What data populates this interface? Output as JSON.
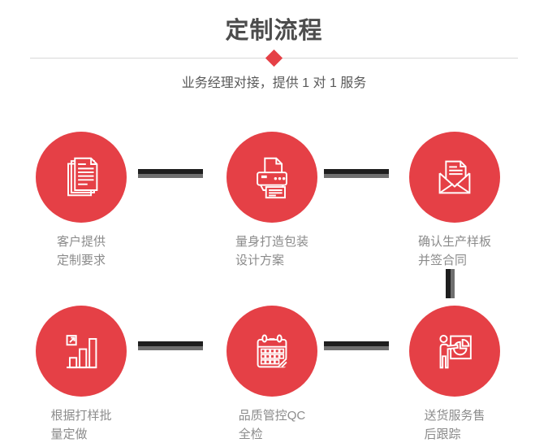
{
  "header": {
    "title": "定制流程",
    "subtitle": "业务经理对接，提供 1 对 1 服务"
  },
  "colors": {
    "accent_red": "#e54046",
    "title_gray": "#4c4c4c",
    "subtitle_gray": "#595959",
    "label_gray": "#8b8b8b",
    "connector_dark": "#1e1e1e",
    "connector_gray": "#6f6f6f",
    "divider_gray": "#d8d8d8",
    "icon_stroke": "#ffffff"
  },
  "steps": [
    {
      "id": 1,
      "icon": "documents-icon",
      "label_line1": "客户提供",
      "label_line2": "定制要求"
    },
    {
      "id": 2,
      "icon": "printer-icon",
      "label_line1": "量身打造包装",
      "label_line2": "设计方案"
    },
    {
      "id": 3,
      "icon": "envelope-icon",
      "label_line1": "确认生产样板",
      "label_line2": "并签合同"
    },
    {
      "id": 4,
      "icon": "bar-chart-icon",
      "label_line1": "根据打样批",
      "label_line2": "量定做"
    },
    {
      "id": 5,
      "icon": "calendar-icon",
      "label_line1": "品质管控QC",
      "label_line2": "全检"
    },
    {
      "id": 6,
      "icon": "presentation-icon",
      "label_line1": "送货服务售",
      "label_line2": "后跟踪"
    }
  ]
}
